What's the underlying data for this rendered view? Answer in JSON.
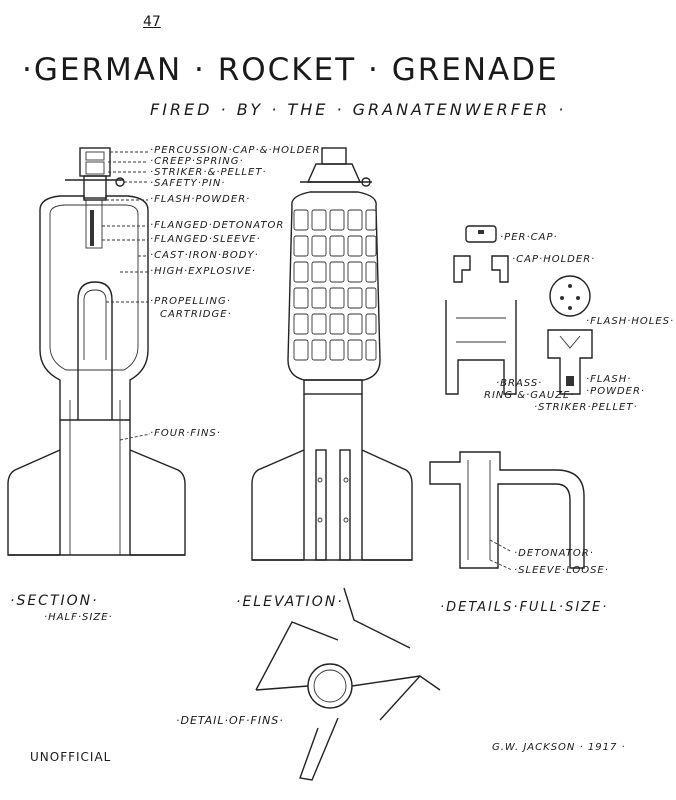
{
  "sheet": {
    "page_number": "47",
    "title": "·GERMAN · ROCKET · GRENADE",
    "subtitle": "FIRED · BY · THE · GRANATENWERFER ·",
    "footer_left": "UNOFFICIAL",
    "signature": "G.W. JACKSON · 1917 ·"
  },
  "section_view": {
    "caption": "·SECTION·",
    "scale": "·HALF·SIZE·",
    "labels": [
      "·PERCUSSION·CAP·&·HOLDER·",
      "·CREEP·SPRING·",
      "·STRIKER·&·PELLET·",
      "·SAFETY·PIN·",
      "·FLASH·POWDER·",
      "·FLANGED·DETONATOR",
      "·FLANGED·SLEEVE·",
      "·CAST·IRON·BODY·",
      "·HIGH·EXPLOSIVE·",
      "·PROPELLING·",
      "CARTRIDGE·",
      "·FOUR·FINS·"
    ]
  },
  "elevation_view": {
    "caption": "·ELEVATION·"
  },
  "details": {
    "caption": "·DETAILS·FULL·SIZE·",
    "labels": [
      "·PER·CAP·",
      "·CAP·HOLDER·",
      "·FLASH·HOLES·",
      "·BRASS·",
      "RING·&·GAUZE·",
      "·FLASH·",
      "·POWDER·",
      "·STRIKER·PELLET·",
      "·DETONATOR·",
      "·SLEEVE·LOOSE·"
    ]
  },
  "fins_detail": {
    "caption": "·DETAIL·OF·FINS·"
  }
}
